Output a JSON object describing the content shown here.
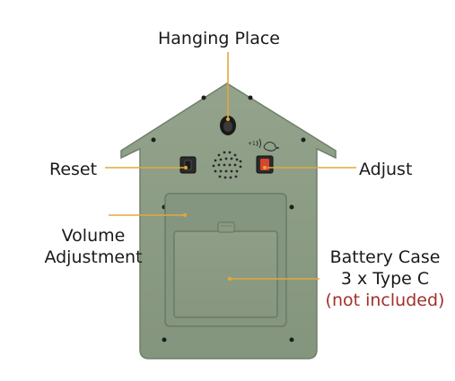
{
  "labels": {
    "hanging_place": "Hanging Place",
    "reset": "Reset",
    "adjust": "Adjust",
    "volume_line1": "Volume",
    "volume_line2": "Adjustment",
    "battery_line1": "Battery Case",
    "battery_line2": "3 x Type C",
    "battery_note": "(not included)"
  },
  "device_mark": "+1",
  "colors": {
    "housing": "#8b9c84",
    "housing_edge": "#6f7f69",
    "callout_line": "#e3a83a",
    "callout_dot": "#e3a83a",
    "note_text": "#a0322c",
    "adjust_button": "#d9452c",
    "reset_button": "#2b2b2b"
  },
  "icons": {
    "speaker": "speaker-grille-icon",
    "bird": "bird-sound-icon"
  }
}
